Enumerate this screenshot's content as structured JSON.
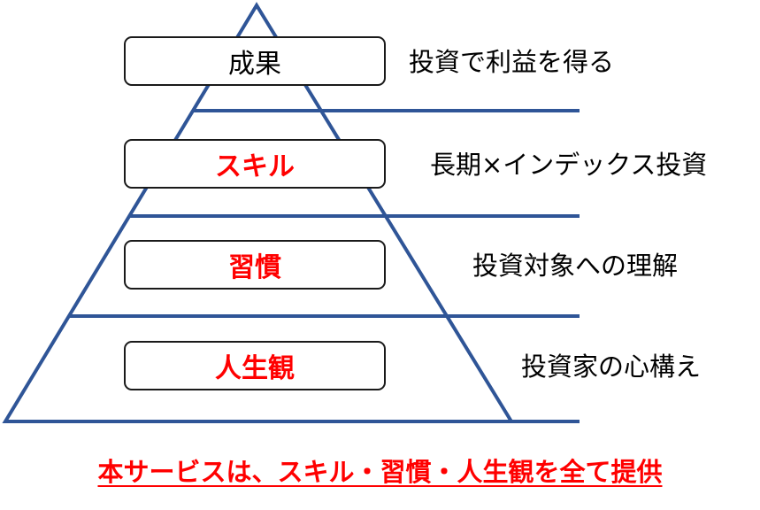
{
  "levels": [
    {
      "label": "成果",
      "description": "投資で利益を得る",
      "style": "plain"
    },
    {
      "label": "スキル",
      "description": "長期×インデックス投資",
      "style": "accent"
    },
    {
      "label": "習慣",
      "description": "投資対象への理解",
      "style": "accent"
    },
    {
      "label": "人生観",
      "description": "投資家の心構え",
      "style": "accent"
    }
  ],
  "footer": "本サービスは、スキル・習慣・人生観を全て提供",
  "colors": {
    "pyramid_line": "#2f5597",
    "accent_text": "#ff0000",
    "box_border": "#1a1a1a"
  }
}
